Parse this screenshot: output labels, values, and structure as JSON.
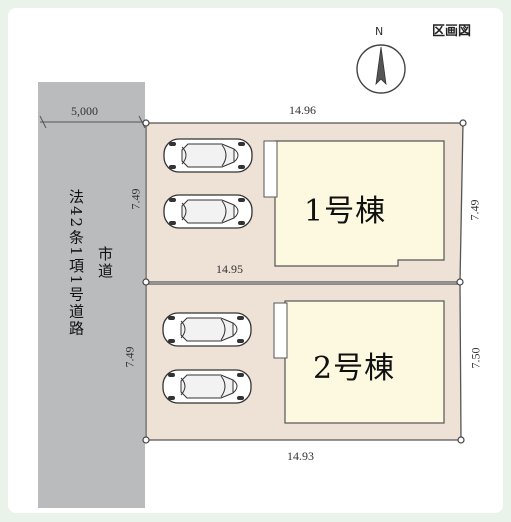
{
  "title": "区画図",
  "compass": {
    "north_label": "N"
  },
  "road": {
    "width_label": "5,000",
    "name_col1": "法42条1項1号道路",
    "name_col2": "市道"
  },
  "lot1": {
    "name": "1号棟",
    "top": "14.96",
    "left": "7.49",
    "right": "7.49",
    "bottom": "14.95"
  },
  "lot2": {
    "name": "2号棟",
    "left": "7.49",
    "right": "7.50",
    "bottom": "14.93"
  },
  "colors": {
    "background": "#eaf3ea",
    "road": "#b9bbbd",
    "lot": "#eee1d6",
    "building": "#fdf9e0",
    "line": "#555555"
  }
}
